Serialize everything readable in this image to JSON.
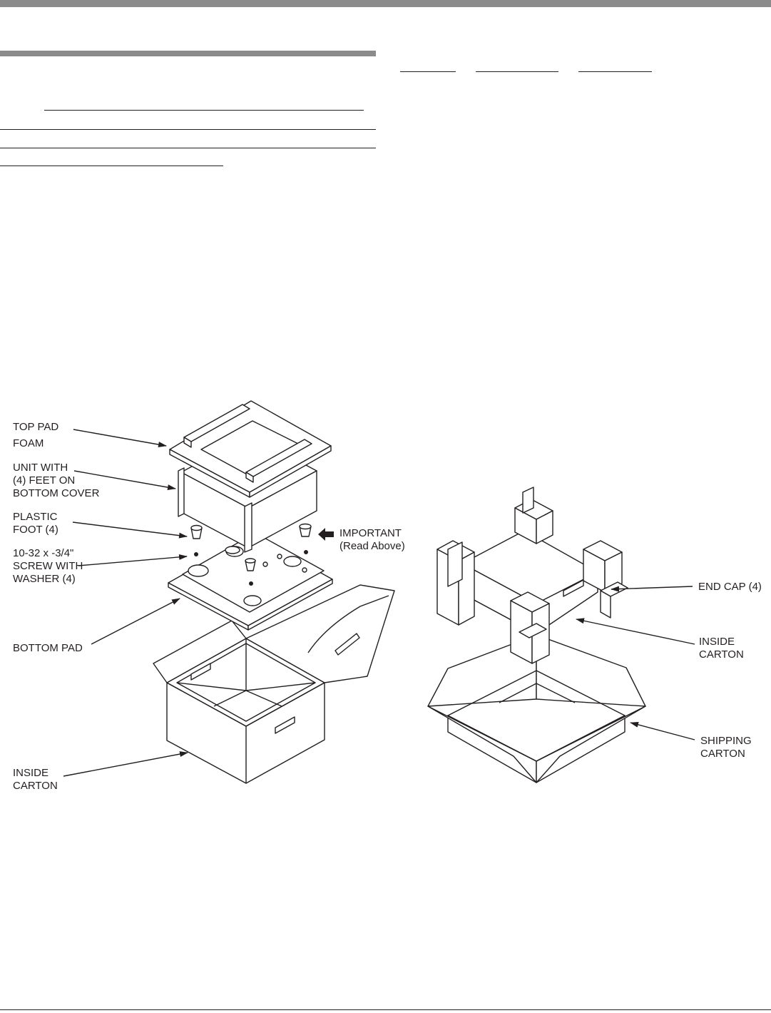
{
  "labels": {
    "top_pad": "TOP PAD",
    "foam": "FOAM",
    "unit_with_feet": "UNIT WITH\n(4) FEET ON\nBOTTOM COVER",
    "plastic_foot": "PLASTIC\nFOOT (4)",
    "screw_washer": "10-32 x -3/4\"\nSCREW WITH\nWASHER (4)",
    "bottom_pad": "BOTTOM PAD",
    "inside_carton_left": "INSIDE\nCARTON",
    "important": "IMPORTANT\n(Read Above)",
    "end_cap": "END CAP (4)",
    "inside_carton_right": "INSIDE\nCARTON",
    "shipping_carton": "SHIPPING\nCARTON"
  },
  "icons": {
    "important_arrow": "left-arrow-icon"
  }
}
